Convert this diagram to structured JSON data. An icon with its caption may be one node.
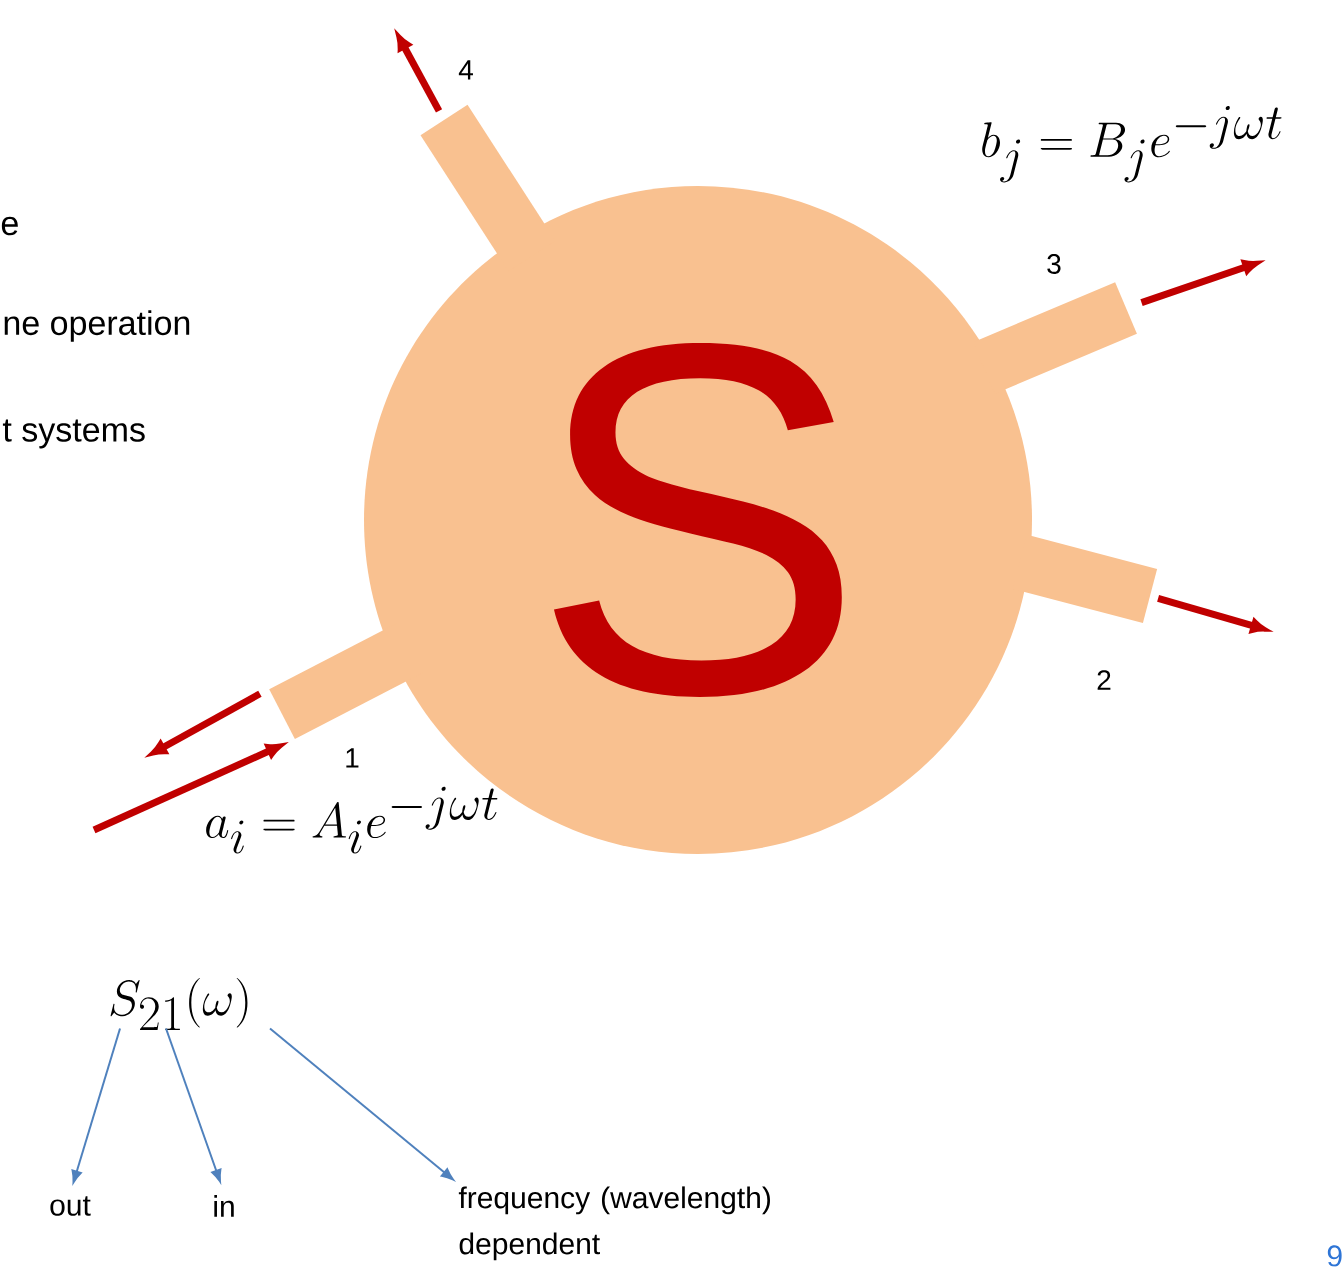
{
  "diagram": {
    "nodes": [
      {
        "text": [
          "S"
        ]
      },
      {
        "text": [],
        "shape": "bar",
        "beside": [
          "1"
        ]
      },
      {
        "text": [],
        "shape": "bar",
        "beside": [
          "2"
        ]
      },
      {
        "text": [],
        "shape": "bar",
        "beside": [
          "3"
        ]
      },
      {
        "text": [],
        "shape": "bar",
        "beside": [
          "4"
        ]
      },
      {
        "text": [
          "S_{21}(\\omega)"
        ]
      },
      {
        "text": [
          "out"
        ]
      },
      {
        "text": [
          "in"
        ]
      },
      {
        "text": [
          "frequency (wavelength) dependent"
        ]
      }
    ],
    "edges": [
      {
        "from": 4,
        "to": null,
        "arrow": "to"
      },
      {
        "from": 3,
        "to": null,
        "arrow": "to"
      },
      {
        "from": 2,
        "to": null,
        "arrow": "to"
      },
      {
        "from": 1,
        "to": null,
        "arrow": "to"
      },
      {
        "from": null,
        "to": 1,
        "arrow": "to"
      },
      {
        "from": 5,
        "to": 6,
        "arrow": "to",
        "color": "#4f81bd"
      },
      {
        "from": 5,
        "to": 7,
        "arrow": "to",
        "color": "#4f81bd"
      },
      {
        "from": 5,
        "to": 8,
        "arrow": "to",
        "color": "#4f81bd"
      }
    ],
    "labels": [
      "b_j = B_j e^{-j\\omega t}",
      "e",
      "ne operation",
      "t systems",
      "a_i = A_i e^{-j\\omega t}",
      "9"
    ]
  }
}
